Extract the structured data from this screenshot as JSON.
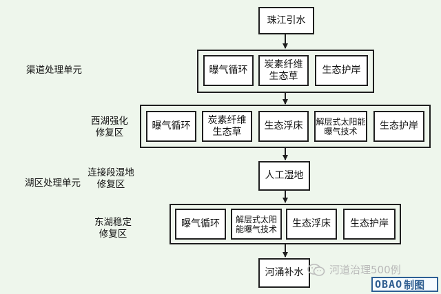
{
  "nodes": {
    "source": "珠江引水",
    "channel": [
      "曝气循环",
      "炭素纤维生态草",
      "生态护岸"
    ],
    "west": [
      "曝气循环",
      "炭素纤维生态草",
      "生态浮床",
      "解层式太阳能曝气技术",
      "生态护岸"
    ],
    "wetland": "人工湿地",
    "east": [
      "曝气循环",
      "解层式太阳能曝气技术",
      "生态浮床",
      "生态护岸"
    ],
    "sink": "河涌补水"
  },
  "labels": {
    "channel_unit": "渠道处理单元",
    "west_zone": "西湖强化修复区",
    "lake_unit": "湖区处理单元",
    "connect_zone": "连接段湿地修复区",
    "east_zone": "东湖稳定修复区"
  },
  "watermark": {
    "text": "河道治理500例",
    "badge_brand": "OBAO",
    "badge_suffix": "制图"
  },
  "colors": {
    "background": "#eef6ec",
    "line": "#1e1e1e",
    "badge": "#2f5e91"
  }
}
